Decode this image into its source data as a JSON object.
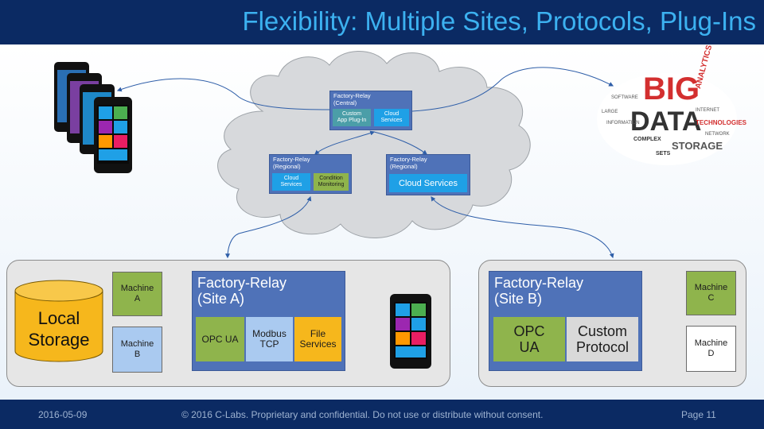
{
  "slide": {
    "title": "Flexibility: Multiple Sites, Protocols, Plug-Ins"
  },
  "cloud": {
    "central": {
      "title": "Factory-Relay\n(Central)",
      "plugin": "Custom\nApp Plug-In",
      "services": "Cloud\nServices"
    },
    "regional_left": {
      "title": "Factory-Relay\n(Regional)",
      "services": "Cloud\nServices",
      "monitoring": "Condition\nMonitoring"
    },
    "regional_right": {
      "title": "Factory-Relay\n(Regional)",
      "services": "Cloud Services"
    }
  },
  "site_a": {
    "storage": "Local\nStorage",
    "machine_a": "Machine\nA",
    "machine_b": "Machine\nB",
    "relay_title": "Factory-Relay\n(Site A)",
    "opc": "OPC UA",
    "modbus": "Modbus\nTCP",
    "file": "File\nServices"
  },
  "site_b": {
    "relay_title": "Factory-Relay\n(Site B)",
    "opc": "OPC\nUA",
    "custom": "Custom\nProtocol",
    "machine_c": "Machine\nC",
    "machine_d": "Machine\nD"
  },
  "bigdata": {
    "big": "BIG",
    "data": "DATA",
    "words": [
      "ANALYTICS",
      "STORAGE",
      "TECHNOLOGIES",
      "COMPLEX",
      "INFORMATION",
      "SETS",
      "SOFTWARE",
      "INTERNET",
      "LARGE",
      "NETWORK"
    ]
  },
  "footer": {
    "date": "2016-05-09",
    "copyright": "© 2016 C-Labs. Proprietary and confidential. Do not use or distribute without consent.",
    "page": "Page 11"
  },
  "colors": {
    "title_bar": "#0b2a63",
    "title_text": "#3cb1f0",
    "relay_blue": "#4f72b8",
    "service_blue": "#1fa0e6",
    "green": "#8fb44c",
    "gold": "#f6b71c",
    "light_blue": "#aacaf0",
    "connector": "#2e5ea8"
  }
}
